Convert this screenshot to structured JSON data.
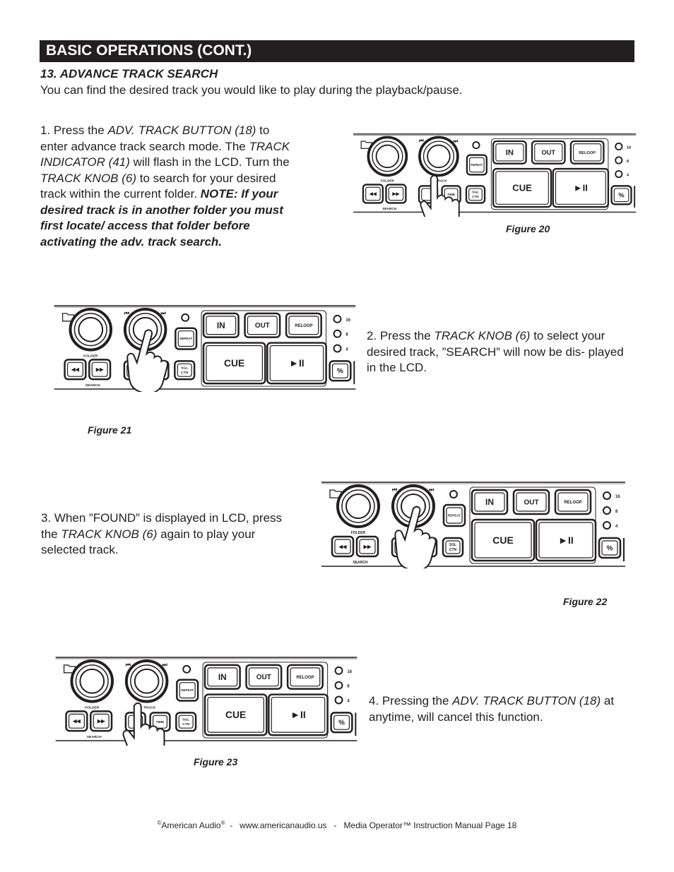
{
  "header": {
    "title": "BASIC OPERATIONS (CONT.)"
  },
  "section": {
    "title": "13. ADVANCE TRACK SEARCH",
    "intro": "You can find the desired track you would like to play during the playback/pause."
  },
  "steps": [
    {
      "p1": "1. Press the ",
      "i1": "ADV. TRACK BUTTON (18)",
      "p2": " to enter advance track search mode. The ",
      "i2": "TRACK INDICATOR (41)",
      "p3": " will flash in the LCD. Turn the ",
      "i3": "TRACK KNOB (6)",
      "p4": " to search for your desired track within the current folder. ",
      "note": "NOTE: If your desired track is in another folder you must first locate/ access that folder before activating the adv. track search."
    },
    {
      "p1": "2. Press the ",
      "i1": "TRACK KNOB (6)",
      "p2": " to select your desired track, ”SEARCH” will now be dis- played in the LCD."
    },
    {
      "p1": "3. When ”FOUND” is displayed in LCD, press the ",
      "i1": "TRACK KNOB (6)",
      "p2": " again to play your selected track."
    },
    {
      "p1": "4. Pressing the ",
      "i1": "ADV. TRACK BUTTON (18)",
      "p2": " at anytime, will cancel this function."
    }
  ],
  "figures": {
    "f20": "Figure 20",
    "f21": "Figure 21",
    "f22": "Figure 22",
    "f23": "Figure 23"
  },
  "panel": {
    "in": "IN",
    "out": "OUT",
    "reloop": "RELOOP",
    "cue": "CUE",
    "play": "►II",
    "repeat": "REPEAT",
    "time": "TIME",
    "sgl1": "SGL",
    "sgl2": "CTN",
    "percent": "%",
    "folder": "FOLDER",
    "track": "TRACK",
    "search": "SEARCH",
    "led16": "16",
    "led8": "8",
    "led4": "4"
  },
  "footer": {
    "copy": "©",
    "brand": "American Audio",
    "reg": "®",
    "rest": "  -   www.americanaudio.us   -   Media Operator™ Instruction Manual Page 18"
  }
}
